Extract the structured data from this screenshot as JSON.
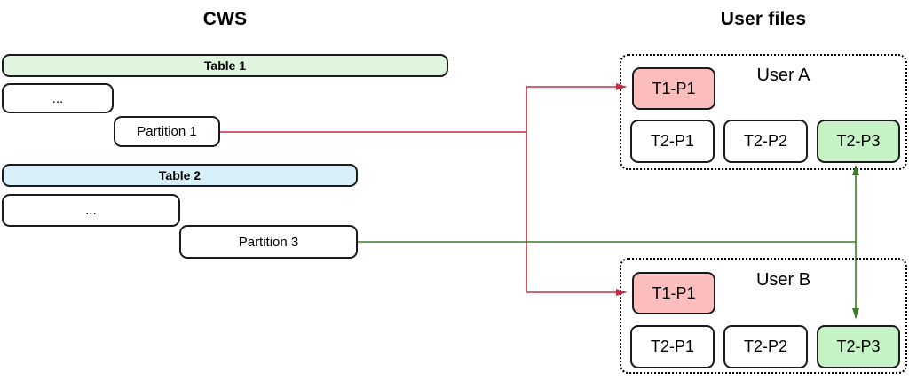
{
  "headers": {
    "cws": "CWS",
    "user_files": "User files"
  },
  "cws": {
    "table1": {
      "label": "Table 1"
    },
    "table1_ellipsis": "...",
    "partition1": {
      "label": "Partition 1"
    },
    "table2": {
      "label": "Table 2"
    },
    "table2_ellipsis": "...",
    "partition3": {
      "label": "Partition 3"
    }
  },
  "users": [
    {
      "name": "User A",
      "highlight_block": "T1-P1",
      "blocks": [
        "T2-P1",
        "T2-P2",
        "T2-P3"
      ]
    },
    {
      "name": "User B",
      "highlight_block": "T1-P1",
      "blocks": [
        "T2-P1",
        "T2-P2",
        "T2-P3"
      ]
    }
  ],
  "colors": {
    "table1_fill": "#E0F5DE",
    "table2_fill": "#D6EFF9",
    "t1p1_fill": "#FCBDBD",
    "t2p3_fill": "#C6F3C6",
    "arrow_red": "#C62C45",
    "arrow_green": "#3A7D27",
    "box_border": "#1A1A1A"
  }
}
